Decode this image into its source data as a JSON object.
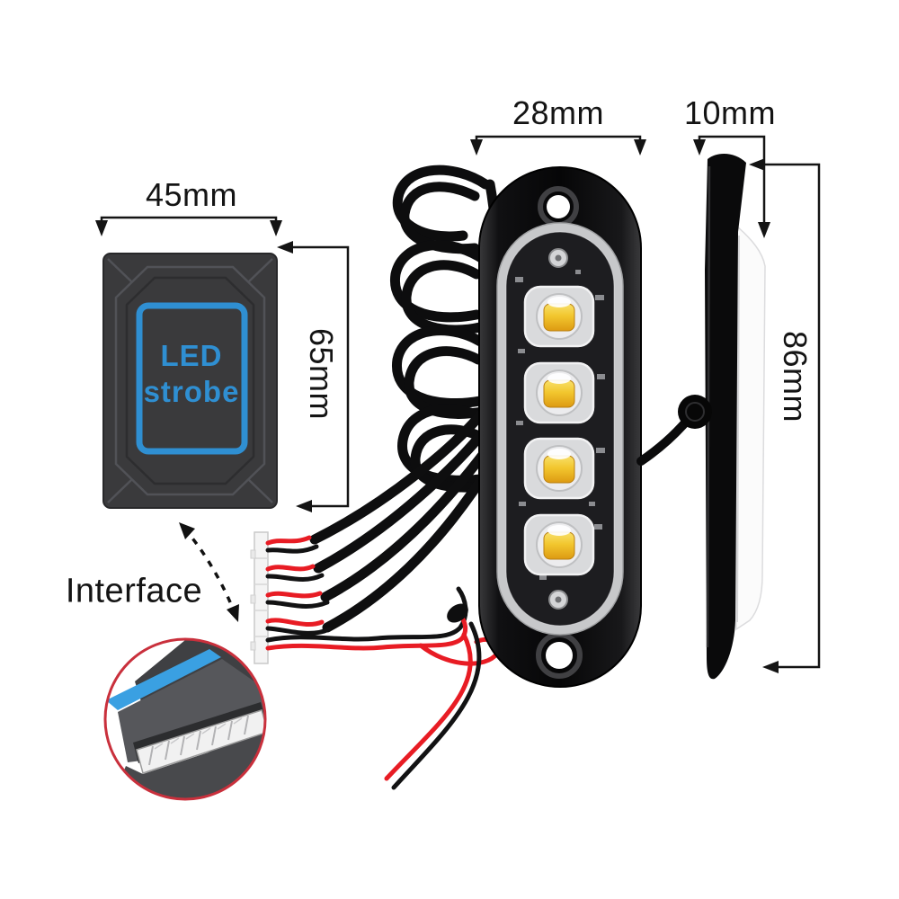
{
  "annotations": {
    "front_width": "28mm",
    "side_depth": "10mm",
    "box_width": "45mm",
    "box_height": "65mm",
    "light_height": "86mm",
    "interface_label": "Interface"
  },
  "controller_box": {
    "label_line1": "LED",
    "label_line2": "strobe"
  },
  "front_light": {
    "led_count": 4,
    "mounting_holes": 2
  },
  "colors": {
    "background": "#ffffff",
    "dimension_lines": "#141414",
    "box_body": "#3a3a3c",
    "blue_accent": "#2f8fd2",
    "wire_red": "#e81c24",
    "wire_black": "#121213",
    "led_yellow": "#f2c62e",
    "lens_silver": "#c7c8ca",
    "inset_border": "#c9303c"
  }
}
